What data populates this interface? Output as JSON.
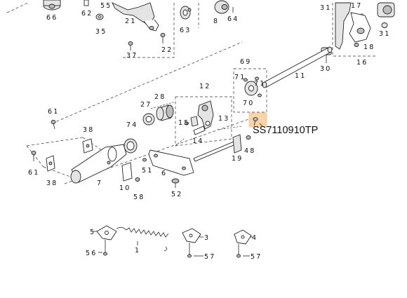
{
  "highlight": {
    "part_code": "SS7110910TP",
    "color": "#fad3a8"
  },
  "labels": {
    "l66": "66",
    "l62": "62",
    "l55": "55",
    "l35": "35",
    "l21": "21",
    "l37": "37",
    "l22": "22",
    "l63": "63",
    "l8": "8",
    "l64": "64",
    "l31a": "31",
    "l17": "17",
    "l31b": "31",
    "l18": "18",
    "l30": "30",
    "l16": "16",
    "l69": "69",
    "l71a": "71",
    "l71b": "71",
    "l70": "70",
    "l11": "11",
    "l12": "12",
    "l28": "28",
    "l27": "27",
    "l13": "13",
    "l15": "15",
    "l14": "14",
    "l61a": "61",
    "l38a": "38",
    "l74": "74",
    "l48": "48",
    "l19": "19",
    "l61b": "61",
    "l38b": "38",
    "l7": "7",
    "l51": "51",
    "l6": "6",
    "l10": "10",
    "l58": "58",
    "l52": "52",
    "l5": "5",
    "l56": "56",
    "l1": "1",
    "l3": "3",
    "l57a": "57",
    "l4": "4",
    "l57b": "57"
  }
}
